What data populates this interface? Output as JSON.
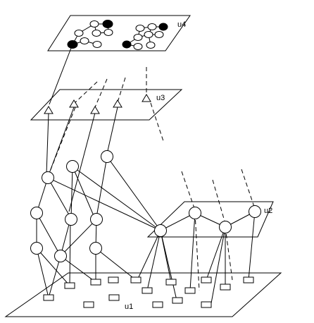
{
  "planes": {
    "u1": {
      "label": "u1"
    },
    "u2": {
      "label": "u2"
    },
    "u3": {
      "label": "u3"
    },
    "u4": {
      "label": "u4"
    }
  },
  "legend_colors": {
    "line": "#000000",
    "fill": "#ffffff",
    "filled_node": "#000000"
  }
}
